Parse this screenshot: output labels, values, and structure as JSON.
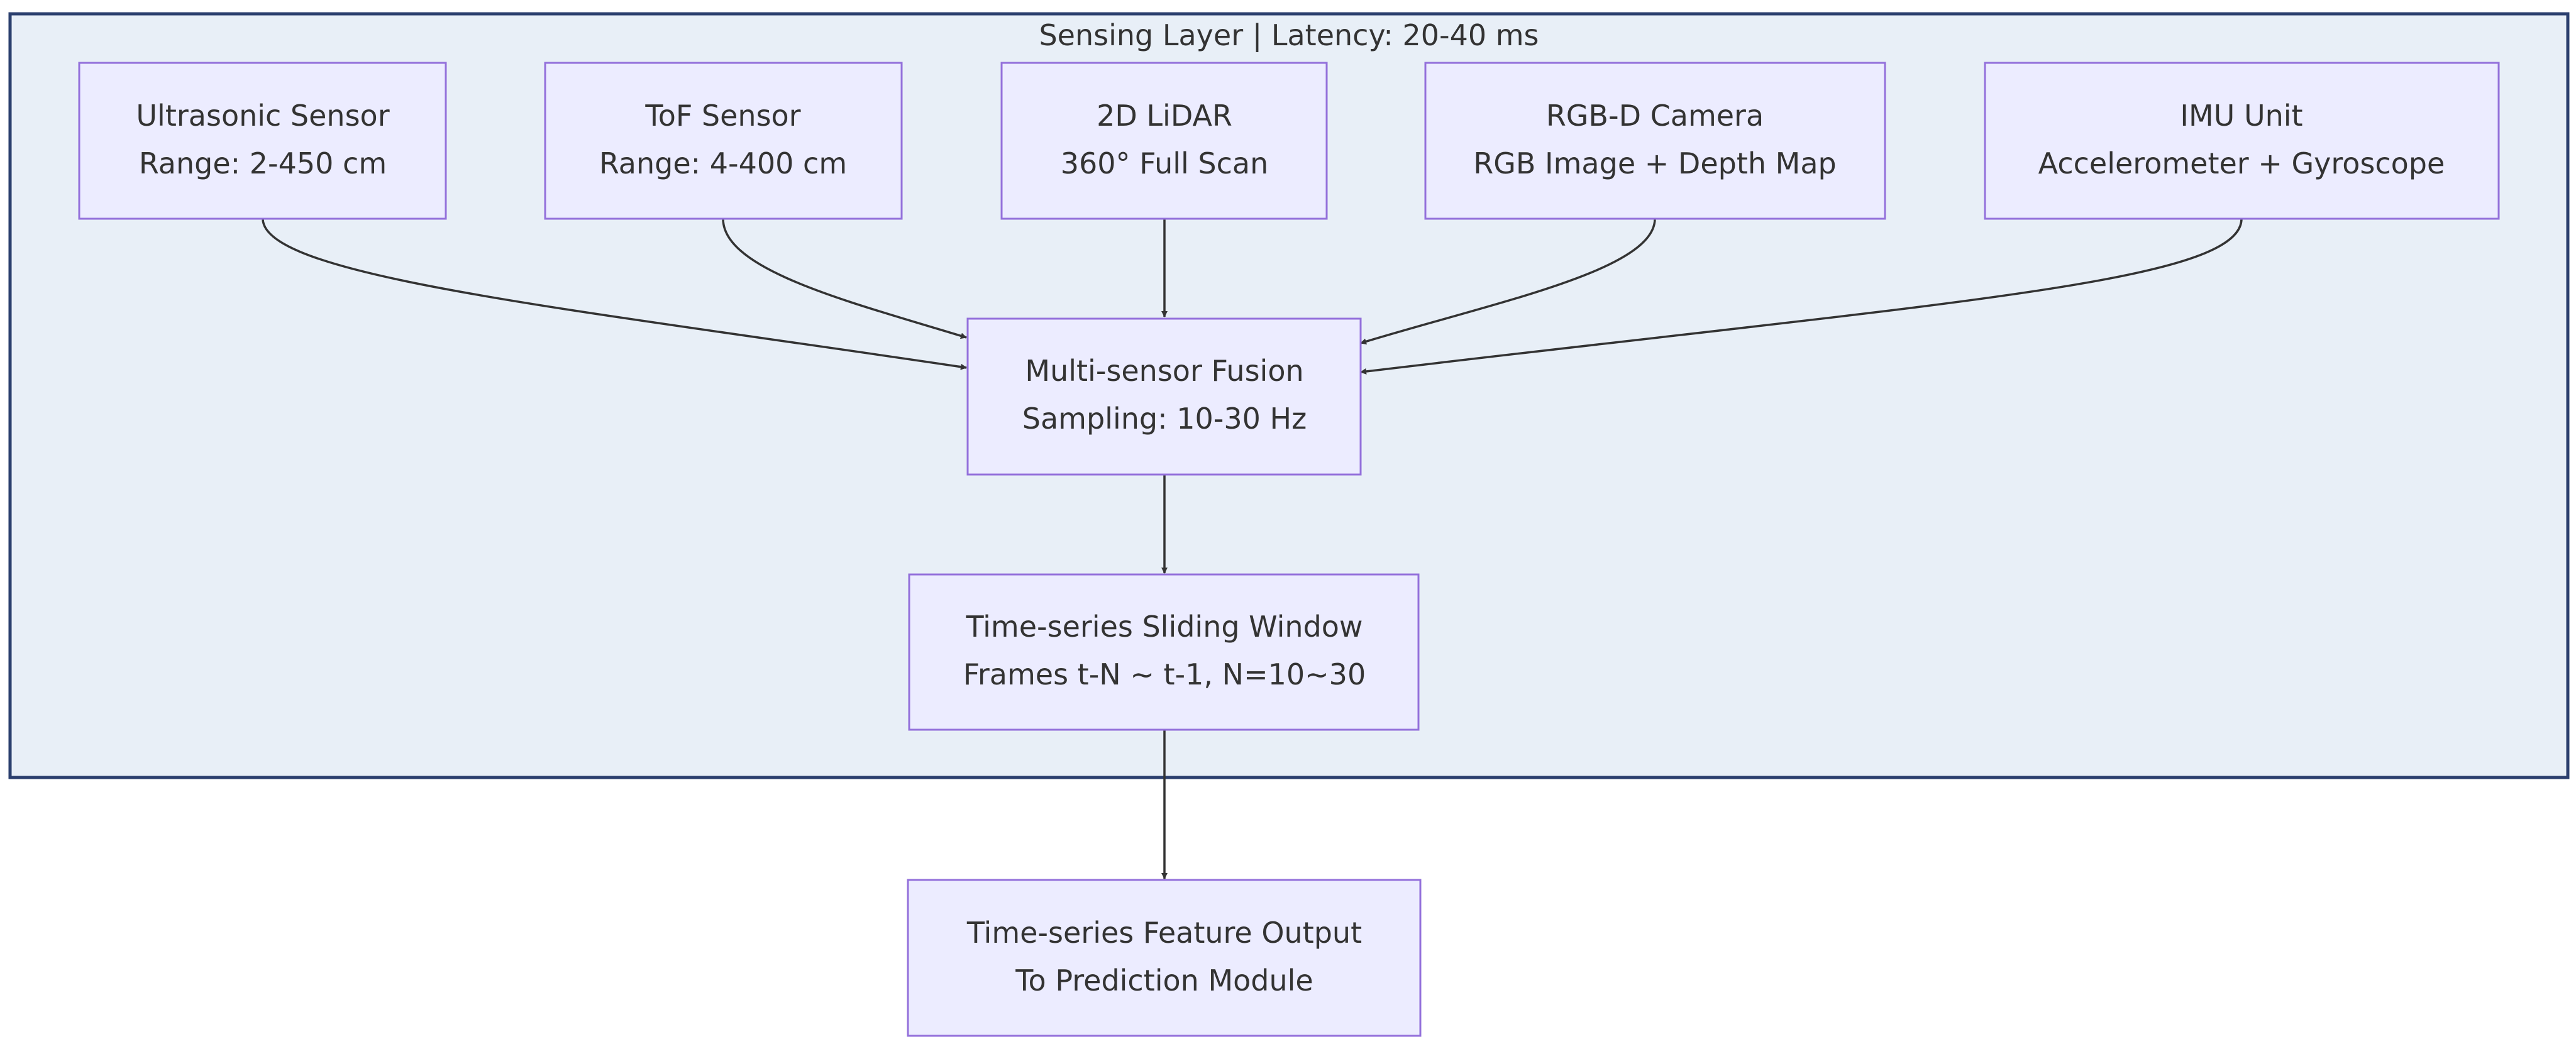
{
  "cluster": {
    "label": "Sensing Layer | Latency: 20-40 ms"
  },
  "nodes": {
    "ultrasonic": {
      "line1": "Ultrasonic Sensor",
      "line2": "Range: 2-450 cm"
    },
    "tof": {
      "line1": "ToF Sensor",
      "line2": "Range: 4-400 cm"
    },
    "lidar": {
      "line1": "2D LiDAR",
      "line2": "360° Full Scan"
    },
    "rgbd": {
      "line1": "RGB-D Camera",
      "line2": "RGB Image + Depth Map"
    },
    "imu": {
      "line1": "IMU Unit",
      "line2": "Accelerometer + Gyroscope"
    },
    "fusion": {
      "line1": "Multi-sensor Fusion",
      "line2": "Sampling: 10-30 Hz"
    },
    "window": {
      "line1": "Time-series Sliding Window",
      "line2": "Frames t-N ~ t-1, N=10~30"
    },
    "output": {
      "line1": "Time-series Feature Output",
      "line2": "To Prediction Module"
    }
  },
  "colors": {
    "cluster_fill": "#e8eff7",
    "cluster_border": "#2b3f6e",
    "node_fill": "#ececff",
    "node_border": "#9370db",
    "edge": "#333333",
    "text": "#333333"
  }
}
